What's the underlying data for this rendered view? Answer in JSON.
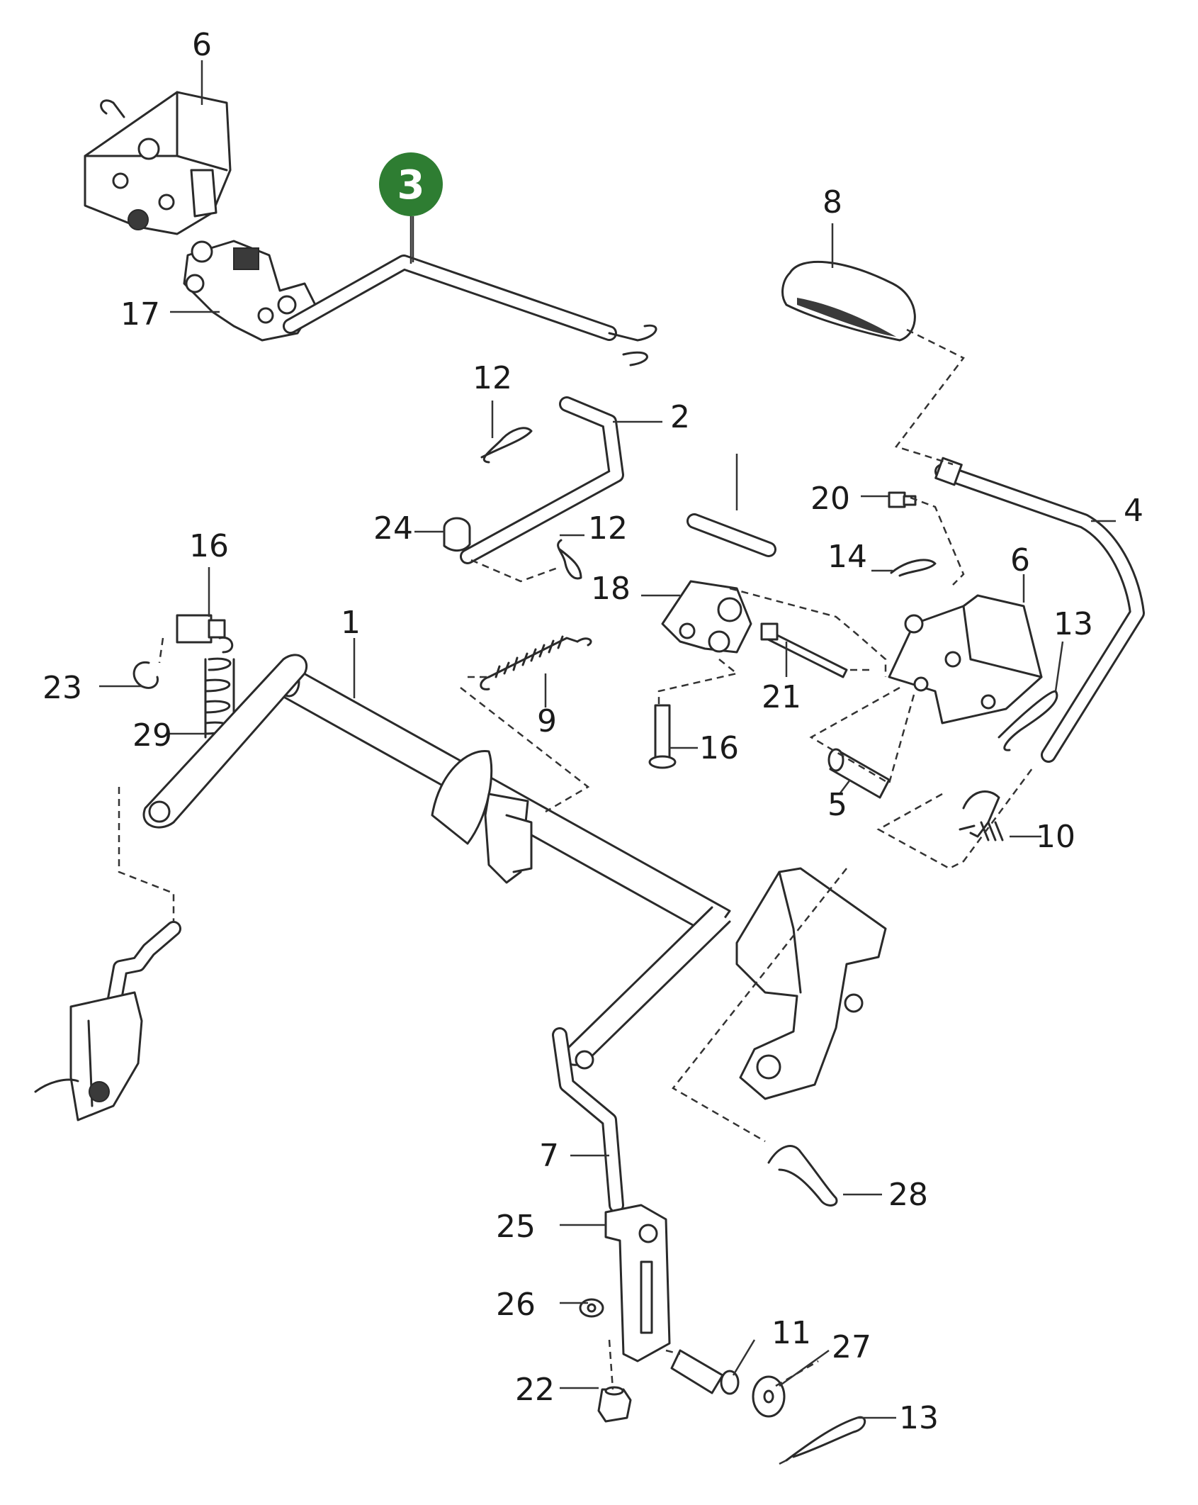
{
  "highlight": {
    "number": "3",
    "color": "#2e7d32"
  },
  "callouts": [
    "6",
    "17",
    "8",
    "12",
    "2",
    "20",
    "4",
    "24",
    "12",
    "14",
    "6",
    "18",
    "13",
    "16",
    "1",
    "23",
    "21",
    "29",
    "9",
    "16",
    "5",
    "10",
    "7",
    "28",
    "25",
    "26",
    "11",
    "27",
    "22",
    "13"
  ]
}
